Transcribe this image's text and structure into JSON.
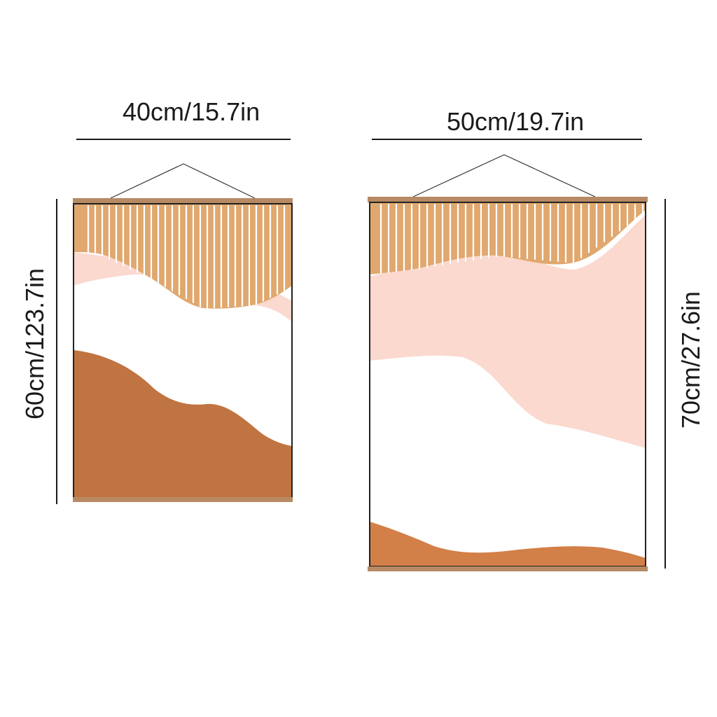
{
  "posters": [
    {
      "id": "small",
      "width_label": "40cm/15.7in",
      "height_label": "60cm/123.7in"
    },
    {
      "id": "large",
      "width_label": "50cm/19.7in",
      "height_label": "70cm/27.6in"
    }
  ],
  "colors": {
    "wood": "#b78a64",
    "stripe": "#e0a86e",
    "blush": "#fbd9cf",
    "terracotta": "#c07441",
    "orange": "#d37f48",
    "frame_edge": "#222222"
  }
}
